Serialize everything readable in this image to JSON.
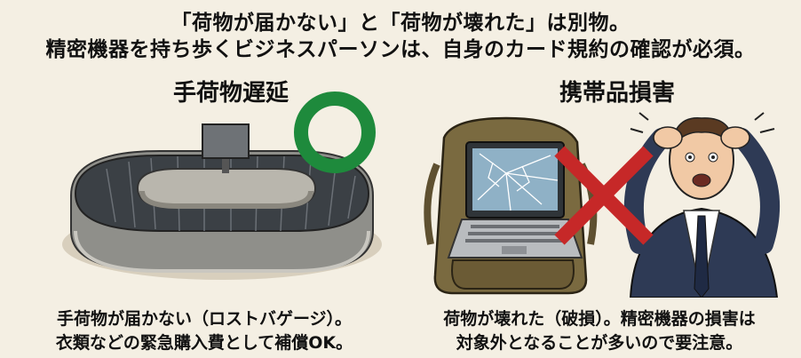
{
  "headline": {
    "line1": "「荷物が届かない」と「荷物が壊れた」は別物。",
    "line2": "精密機器を持ち歩くビジネスパーソンは、自身のカード規約の確認が必須。"
  },
  "left": {
    "title": "手荷物遅延",
    "caption_line1": "手荷物が届かない（ロストバゲージ）。",
    "caption_line2": "衣類などの緊急購入費として補償OK。",
    "mark": "ok-circle",
    "mark_color": "#1e8a3c"
  },
  "right": {
    "title": "携帯品損害",
    "caption_line1": "荷物が壊れた（破損）。精密機器の損害は",
    "caption_line2": "対象外となることが多いので要注意。",
    "mark": "ng-cross",
    "mark_color": "#c62828"
  }
}
